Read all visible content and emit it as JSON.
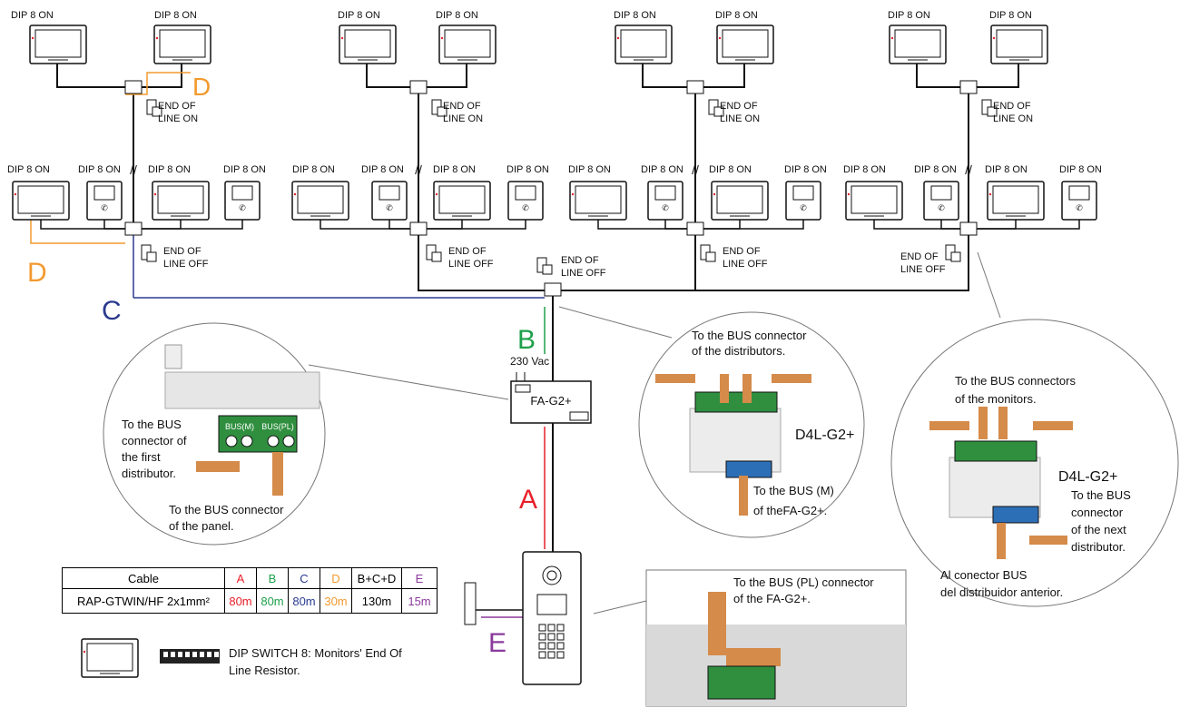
{
  "labels": {
    "dip_on": "DIP 8 ON",
    "end_on_1": "END OF",
    "end_on_2": "LINE ON",
    "end_off_1": "END OF",
    "end_off_2": "LINE OFF",
    "dist_label": "D4L-G2+",
    "cut_marks": "//",
    "letters": {
      "A": "A",
      "B": "B",
      "C": "C",
      "D": "D",
      "E": "E"
    },
    "vac": "230 Vac",
    "power": "FA-G2+",
    "bus_m": "BUS(M)",
    "bus_pl": "BUS(PL)"
  },
  "callouts": {
    "left": {
      "first_dist": [
        "To the BUS",
        "connector of",
        "the first",
        "distributor."
      ],
      "panel": [
        "To the BUS connector",
        "of the panel."
      ]
    },
    "mid": {
      "title": [
        "To the BUS connector",
        "of the distributors."
      ],
      "device": "D4L-G2+",
      "bottom": [
        "To the BUS (M)",
        "of theFA-G2+."
      ]
    },
    "right": {
      "title": [
        "To the BUS connectors",
        "of the monitors."
      ],
      "device": "D4L-G2+",
      "next": [
        "To the BUS",
        "connector",
        "of the next",
        "distributor."
      ],
      "prev": [
        "Al conector BUS",
        "del distribuidor anterior."
      ]
    },
    "panel": {
      "title": [
        "To the BUS (PL) connector",
        "of the FA-G2+."
      ]
    }
  },
  "table": {
    "headers": [
      "Cable",
      "A",
      "B",
      "C",
      "D",
      "B+C+D",
      "E"
    ],
    "row": [
      "RAP-GTWIN/HF 2x1mm²",
      "80m",
      "80m",
      "80m",
      "30m",
      "130m",
      "15m"
    ],
    "colors": [
      "#000000",
      "#e8202a",
      "#1ea04b",
      "#2a3a8f",
      "#f29a2e",
      "#000000",
      "#8b3a9c"
    ]
  },
  "legend": {
    "text": [
      "DIP SWITCH 8: Monitors' End Of",
      "Line Resistor."
    ]
  },
  "colors": {
    "A": "#e8202a",
    "B": "#1ea04b",
    "C": "#2a3a8f",
    "D": "#f29a2e",
    "E": "#8b3a9c",
    "tan": "#d58b4a",
    "green_block": "#2f8f3f",
    "blue_block": "#2d6fb6"
  }
}
